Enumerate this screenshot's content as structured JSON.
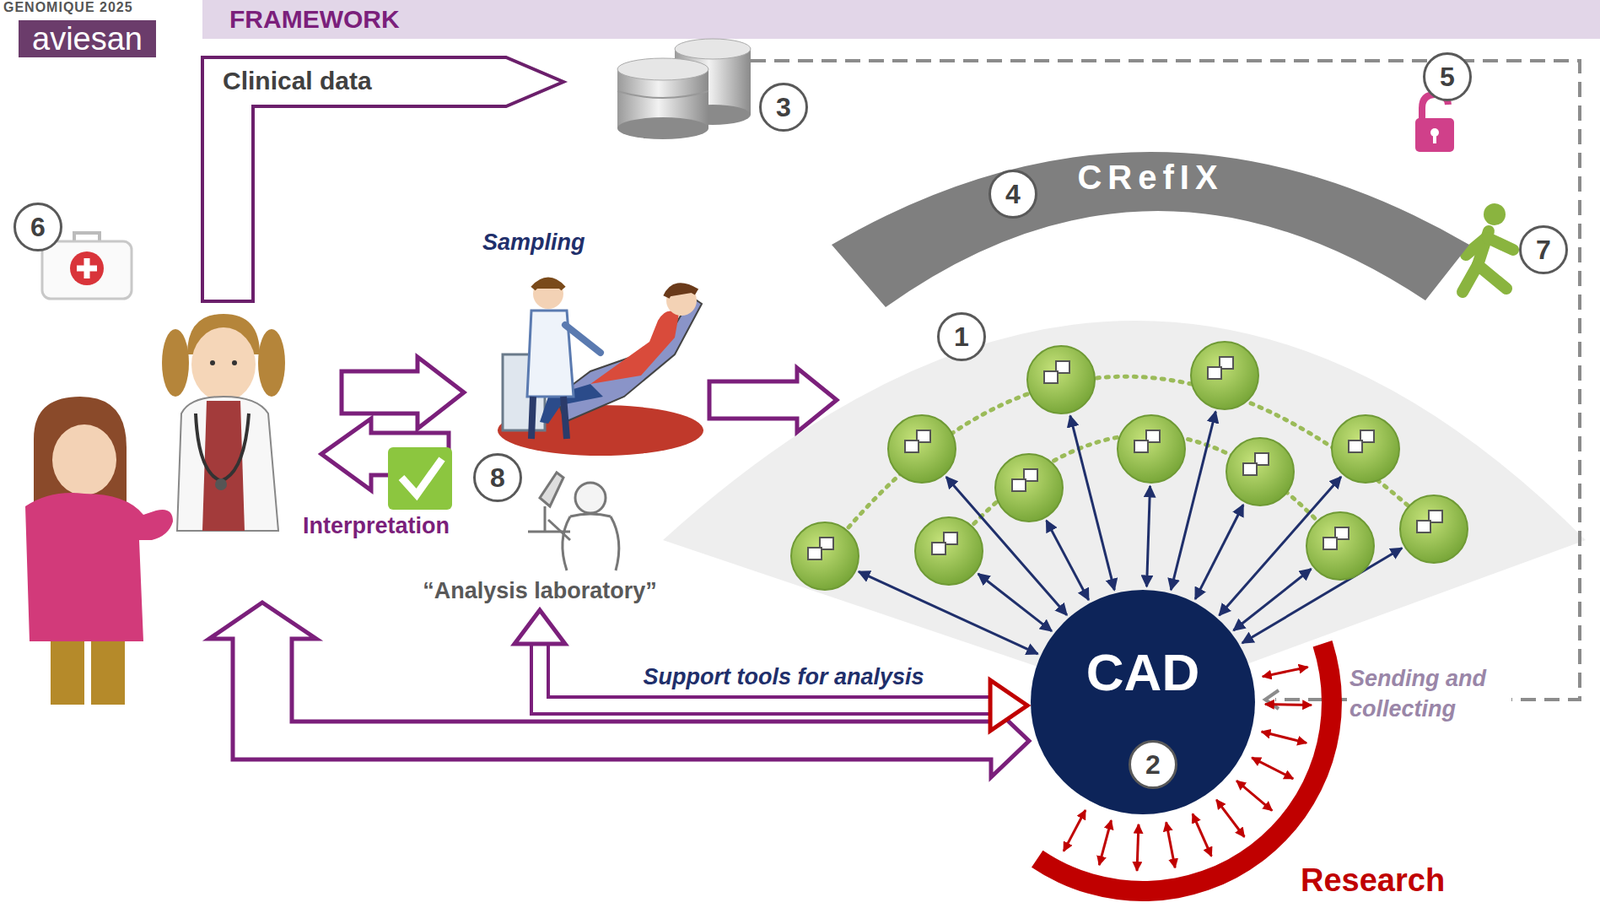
{
  "diagram": {
    "nodes": [
      {
        "text": [
          "Clinical data"
        ]
      },
      {
        "text": [
          "CRefIX"
        ]
      },
      {
        "text": [
          "“Analysis laboratory”"
        ]
      },
      {
        "text": [
          "CAD"
        ]
      },
      {
        "text": [
          "Research"
        ]
      }
    ],
    "edges": [
      {
        "from": 2,
        "to": 3,
        "label": "Support tools for analysis",
        "arrow": "both"
      }
    ],
    "labels": [
      "GENOMIQUE 2025",
      "aviesan",
      "FRAMEWORK",
      "3",
      "5",
      "4",
      "6",
      "7",
      "1",
      "Sampling",
      "8",
      "Interpretation",
      "Sending and collecting",
      "2"
    ]
  }
}
